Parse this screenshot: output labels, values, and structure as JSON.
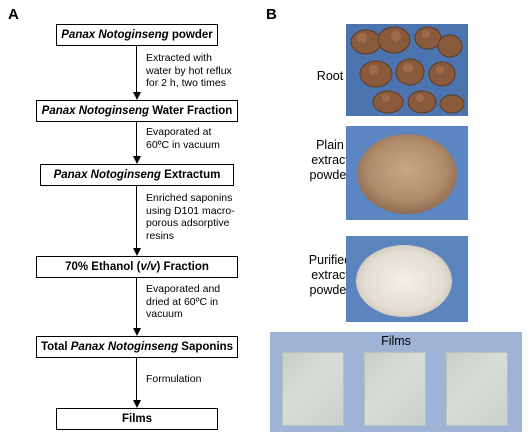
{
  "panel_a": {
    "letter": "A",
    "nodes": [
      {
        "parts": [
          {
            "text": "Panax Notoginseng",
            "italic": true
          },
          {
            "text": " powder",
            "italic": false
          }
        ]
      },
      {
        "parts": [
          {
            "text": "Panax Notoginseng",
            "italic": true
          },
          {
            "text": " Water Fraction",
            "italic": false
          }
        ]
      },
      {
        "parts": [
          {
            "text": "Panax Notoginseng",
            "italic": true
          },
          {
            "text": " Extractum",
            "italic": false
          }
        ]
      },
      {
        "parts": [
          {
            "text": "70% Ethanol (",
            "italic": false
          },
          {
            "text": "v/v",
            "italic": true
          },
          {
            "text": ") Fraction",
            "italic": false
          }
        ]
      },
      {
        "parts": [
          {
            "text": "Total ",
            "italic": false
          },
          {
            "text": "Panax Notoginseng",
            "italic": true
          },
          {
            "text": " Saponins",
            "italic": false
          }
        ]
      },
      {
        "parts": [
          {
            "text": "Films",
            "italic": false
          }
        ]
      }
    ],
    "steps": [
      [
        "Extracted with",
        "water by hot reflux",
        "for 2 h, two times"
      ],
      [
        "Evaporated at",
        "60ºC in vacuum"
      ],
      [
        "Enriched saponins",
        "using D101 macro-",
        "porous adsorptive",
        "resins"
      ],
      [
        "Evaporated and",
        "dried at 60ºC in",
        "vacuum"
      ],
      [
        "Formulation"
      ]
    ]
  },
  "panel_b": {
    "letter": "B",
    "labels": {
      "root": "Root",
      "plain": [
        "Plain",
        "extract",
        "powder"
      ],
      "purified": [
        "Purified",
        "extract",
        "powder"
      ],
      "films": "Films"
    }
  }
}
